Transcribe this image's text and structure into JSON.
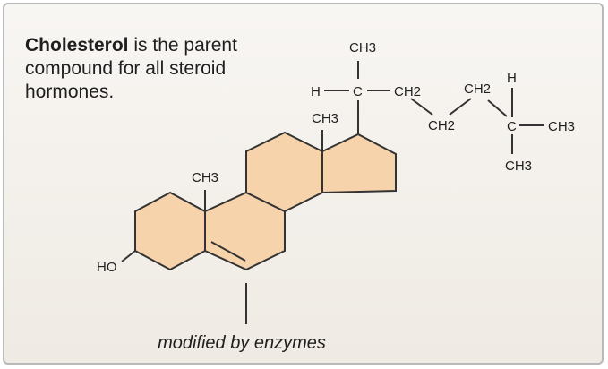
{
  "caption": {
    "bold": "Cholesterol",
    "rest": " is the parent compound for all steroid hormones."
  },
  "labels": {
    "ch3_top": "CH3",
    "h_left": "H",
    "c_main": "C",
    "ch2_a": "CH2",
    "ch2_b": "CH2",
    "ch2_c": "CH2",
    "h_right": "H",
    "c_right": "C",
    "ch3_right": "CH3",
    "ch3_bottom": "CH3",
    "ch3_ring_d": "CH3",
    "ch3_ring_a": "CH3",
    "ho": "HO"
  },
  "annotation": "modified by enzymes",
  "colors": {
    "ring_fill": "#f7d3ac",
    "bond": "#333333"
  }
}
